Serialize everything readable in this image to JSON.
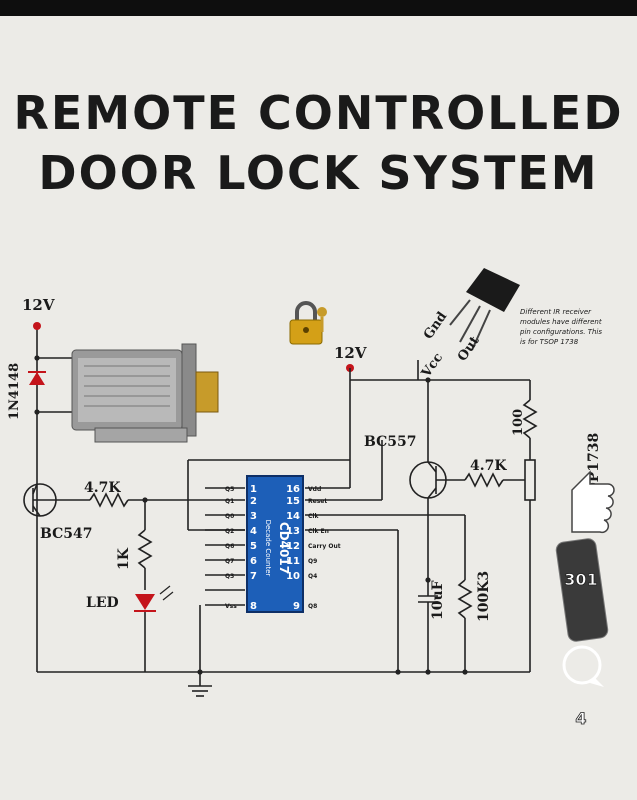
{
  "title": {
    "line1": "REMOTE CONTROLLED",
    "line2": "DOOR LOCK SYSTEM"
  },
  "labels": {
    "v12_left": "12V",
    "v12_right": "12V",
    "diode": "1N4148",
    "r_base": "4.7K",
    "transistor_npn": "BC547",
    "r_led": "1K",
    "led": "LED",
    "transistor_pnp": "BC557",
    "r_pnp": "4.7K",
    "r_pot": "100",
    "sensor": "TSOP1738",
    "cap": "10uF",
    "r_timer": "100K3",
    "ir_gnd": "Gnd",
    "ir_vcc": "Vcc",
    "ir_out": "Out",
    "ir_note": [
      "Different IR receiver",
      "modules have different",
      "pin configurations. This",
      "is for TSOP 1738"
    ]
  },
  "ic": {
    "name": "CD4017",
    "sub": "Decade Counter",
    "left_pins": [
      "1",
      "2",
      "3",
      "4",
      "5",
      "6",
      "7",
      "8"
    ],
    "left_names": [
      "Q5",
      "Q1",
      "Q0",
      "Q2",
      "Q6",
      "Q7",
      "Q3",
      "Vss"
    ],
    "right_pins": [
      "16",
      "15",
      "14",
      "13",
      "12",
      "11",
      "10",
      "9"
    ],
    "right_names": [
      "Vdd",
      "Reset",
      "Clk",
      "Clk En",
      "Carry Out",
      "Q9",
      "Q4",
      "Q8"
    ]
  },
  "social": {
    "likes": "301",
    "comments": "4"
  }
}
